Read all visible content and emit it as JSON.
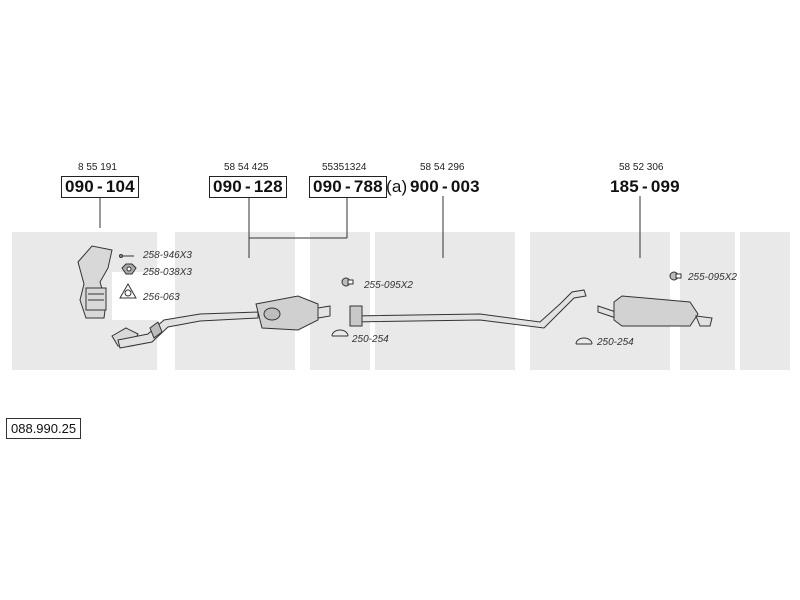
{
  "diagram_code": "088.990.25",
  "parts": [
    {
      "ref": "8 55 191",
      "part_a": "090",
      "part_b": "104",
      "boxed": true,
      "suffix": ""
    },
    {
      "ref": "58 54 425",
      "part_a": "090",
      "part_b": "128",
      "boxed": true,
      "suffix": ""
    },
    {
      "ref": "55351324",
      "part_a": "090",
      "part_b": "788",
      "boxed": true,
      "suffix": "(a)"
    },
    {
      "ref": "58 54 296",
      "part_a": "900",
      "part_b": "003",
      "boxed": false,
      "suffix": ""
    },
    {
      "ref": "58 52 306",
      "part_a": "185",
      "part_b": "099",
      "boxed": false,
      "suffix": ""
    }
  ],
  "hardware": [
    {
      "label": "258-946X3",
      "icon": "bolt-icon"
    },
    {
      "label": "258-038X3",
      "icon": "nut-icon"
    },
    {
      "label": "256-063",
      "icon": "gasket-icon"
    },
    {
      "label": "255-095X2",
      "icon": "rubber-mount-icon"
    },
    {
      "label": "250-254",
      "icon": "clamp-icon"
    },
    {
      "label": "255-095X2",
      "icon": "rubber-mount-icon"
    },
    {
      "label": "250-254",
      "icon": "clamp-icon"
    }
  ],
  "colors": {
    "watermark": "#e9e9e9",
    "line": "#333333",
    "part_fill": "#d8d8d8"
  }
}
